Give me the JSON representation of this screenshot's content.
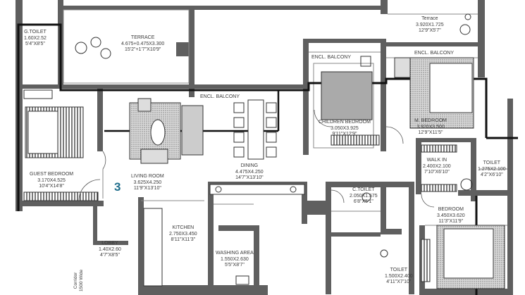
{
  "unit_number": "3",
  "rooms": [
    {
      "id": "g-toilet",
      "lines": [
        "G.TOILET",
        "1.60X2.52",
        "5'4\"X8'5\""
      ]
    },
    {
      "id": "terrace-left",
      "lines": [
        "TERRACE",
        "4.675+0.475X3.300",
        "15'2\"+1'7\"X10'9\""
      ]
    },
    {
      "id": "encl-balcony-mid",
      "lines": [
        "ENCL. BALCONY"
      ]
    },
    {
      "id": "encl-balcony-top",
      "lines": [
        "ENCL. BALCONY"
      ]
    },
    {
      "id": "terrace-right",
      "lines": [
        "Terrace",
        "3.920X1.725",
        "12'9\"X5'7\""
      ]
    },
    {
      "id": "encl-balcony-right",
      "lines": [
        "ENCL. BALCONY"
      ]
    },
    {
      "id": "children-bedroom",
      "lines": [
        "CHILDREN BEDROOM",
        "3.050X3.925",
        "9'11\"X12'9\""
      ]
    },
    {
      "id": "m-bedroom",
      "lines": [
        "M. BEDROOM",
        "3.920X3.500",
        "12'9\"X11'5\""
      ]
    },
    {
      "id": "walk-in",
      "lines": [
        "WALK IN",
        "2.400X2.100",
        "7'10\"X6'10\""
      ]
    },
    {
      "id": "toilet-right",
      "lines": [
        "TOILET",
        "1.275X2.100",
        "4'2\"X6'10\""
      ]
    },
    {
      "id": "guest-bedroom",
      "lines": [
        "GUEST BEDROOM",
        "3.170X4.525",
        "10'4\"X14'8\""
      ]
    },
    {
      "id": "living-room",
      "lines": [
        "LIVING ROOM",
        "3.625X4.250",
        "11'9\"X13'10\""
      ]
    },
    {
      "id": "dining",
      "lines": [
        "DINING",
        "4.475X4.250",
        "14'7\"X13'10\""
      ]
    },
    {
      "id": "c-toilet",
      "lines": [
        "C.TOILET",
        "2.050X1.575",
        "6'8\"X5'1\""
      ]
    },
    {
      "id": "bedroom",
      "lines": [
        "BEDROOM",
        "3.450X3.620",
        "11'3\"X11'9\""
      ]
    },
    {
      "id": "kitchen",
      "lines": [
        "KITCHEN",
        "2.750X3.450",
        "8'11\"X11'3\""
      ]
    },
    {
      "id": "lobby",
      "lines": [
        "LOBBY",
        "1.40X2.60",
        "4'7\"X8'5\""
      ]
    },
    {
      "id": "washing-area",
      "lines": [
        "WASHING AREA",
        "1.550X2.630",
        "5'5\"X8'7\""
      ]
    },
    {
      "id": "toilet-bottom",
      "lines": [
        "TOILET",
        "1.500X2.400",
        "4'11\"X7'10\""
      ]
    }
  ],
  "corridor": {
    "lines": [
      "Corridor",
      "1500 Wide"
    ]
  },
  "colors": {
    "wall": "#5f5f5f",
    "outline": "#111111",
    "unit_label": "#1f6e8c",
    "hatch": "#444444"
  }
}
